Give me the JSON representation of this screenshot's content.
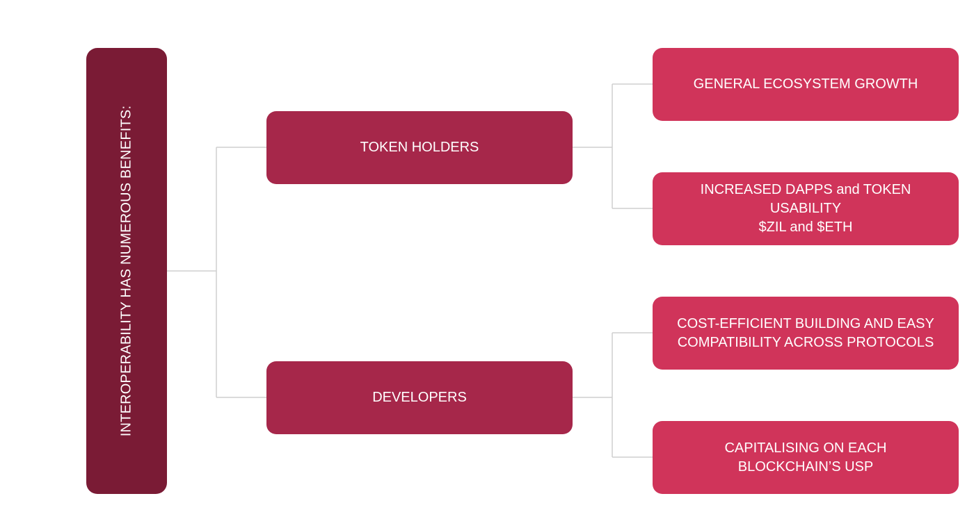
{
  "root": {
    "label": "INTEROPERABILITY HAS NUMEROUS BENEFITS:"
  },
  "branches": [
    {
      "label": "TOKEN HOLDERS",
      "benefits": [
        {
          "lines": [
            "GENERAL ECOSYSTEM GROWTH"
          ]
        },
        {
          "lines": [
            "INCREASED DAPPS and TOKEN",
            "USABILITY",
            "$ZIL and $ETH"
          ]
        }
      ]
    },
    {
      "label": "DEVELOPERS",
      "benefits": [
        {
          "lines": [
            "COST-EFFICIENT BUILDING AND EASY",
            "COMPATIBILITY ACROSS PROTOCOLS"
          ]
        },
        {
          "lines": [
            "CAPITALISING ON EACH",
            "BLOCKCHAIN’S USP"
          ]
        }
      ]
    }
  ],
  "colors": {
    "root": "#7a1b35",
    "branch": "#a6274a",
    "benefit": "#d0345a",
    "connector": "#cfcfcf"
  }
}
